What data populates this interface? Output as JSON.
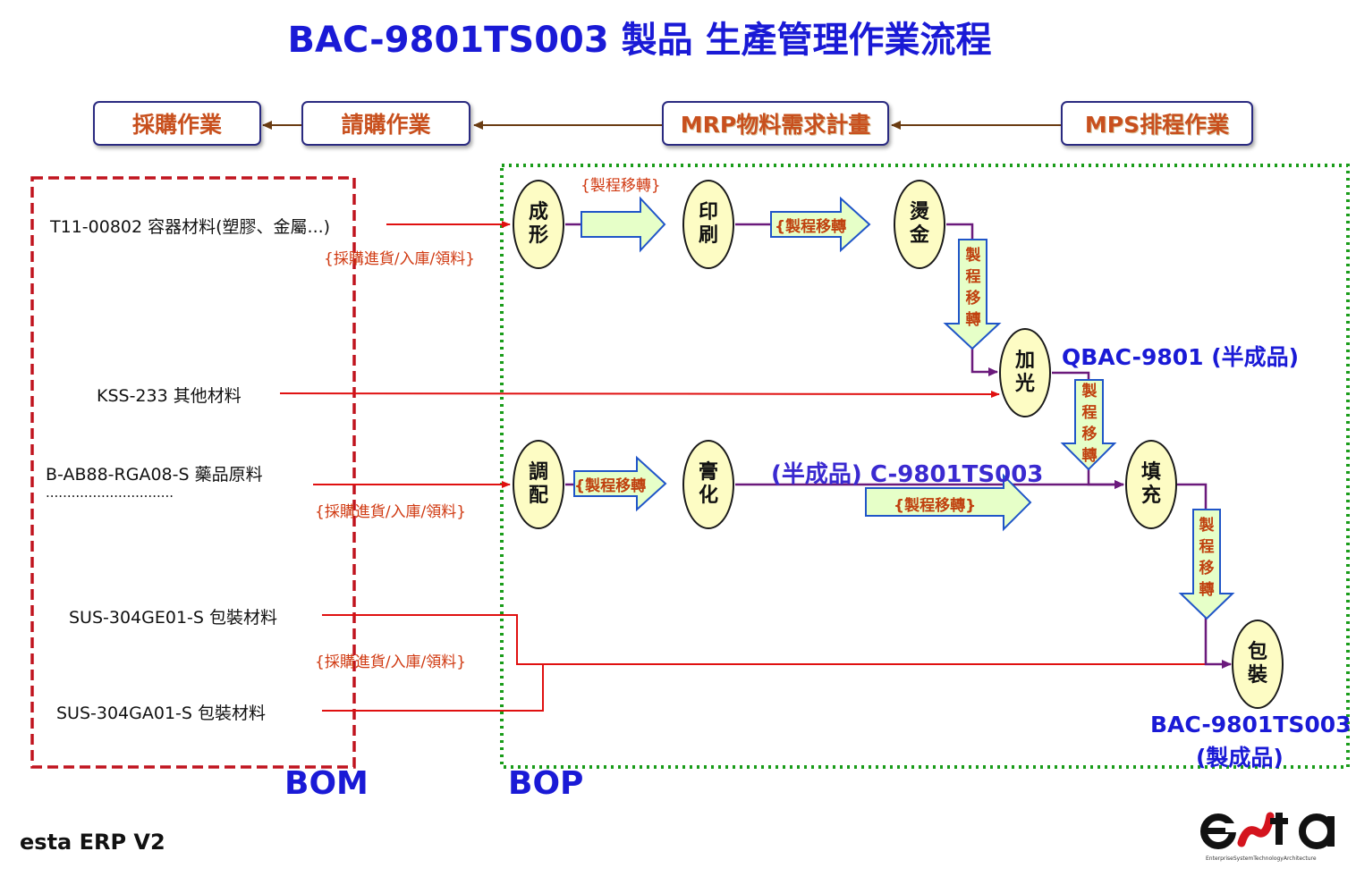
{
  "title": "BAC-9801TS003  製品 生產管理作業流程",
  "top_boxes": {
    "purchase": "採購作業",
    "requisition": "請購作業",
    "mrp": "MRP物料需求計畫",
    "mps": "MPS排程作業"
  },
  "materials": {
    "m1": "T11-00802  容器材料(塑膠、金屬...)",
    "m2": "KSS-233  其他材料",
    "m3": "B-AB88-RGA08-S  藥品原料",
    "m3_dots": "..............................",
    "m4": "SUS-304GE01-S  包裝材料",
    "m5": "SUS-304GA01-S   包裝材料"
  },
  "notes": {
    "purchase_flow": "{採購進貨/入庫/領料}"
  },
  "transfer_label": "{製程移轉}",
  "transfer_label_plain": "製程移轉",
  "transfer_label_right": "{製程移轉",
  "nodes": {
    "forming": "成形",
    "printing": "印刷",
    "hot_stamping": "燙金",
    "glossing": "加光",
    "blending": "調配",
    "creaming": "膏化",
    "filling": "填充",
    "packaging": "包裝"
  },
  "labels": {
    "semi1": "QBAC-9801 (半成品)",
    "semi2": "(半成品)  C-9801TS003",
    "final_code": "BAC-9801TS003",
    "final_sub": "(製成品)",
    "bom": "BOM",
    "bop": "BOP"
  },
  "footer": "esta ERP V2",
  "logo": {
    "text": "esta",
    "subtitle": "EnterpriseSystemTechnologyArchitecture"
  },
  "colors": {
    "title_blue": "#1a1ad6",
    "bom_border": "#c0141e",
    "bop_border": "#1a9c1a",
    "node_fill": "#fdfcc4",
    "material_line": "#e01010",
    "process_line": "#7a1a8c",
    "arrow_fill": "#e6ffc8",
    "arrow_stroke": "#1f55c8",
    "top_arrow": "#6a3c12",
    "label_orange": "#c0410f"
  }
}
